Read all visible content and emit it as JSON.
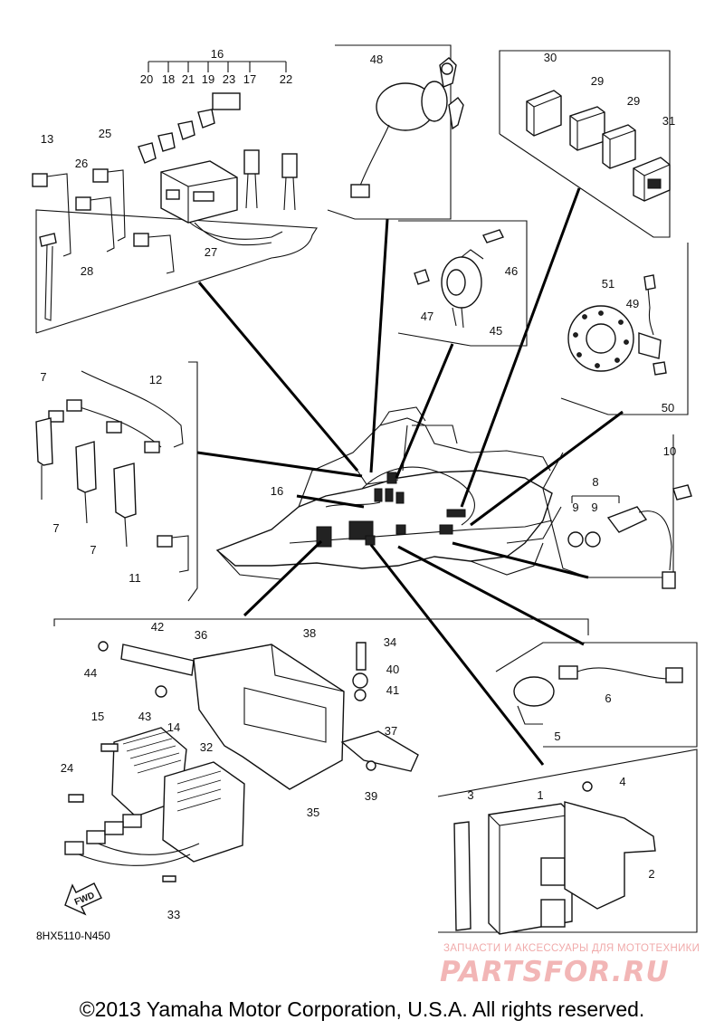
{
  "diagram": {
    "document_number": "8HX5110-N450",
    "copyright": "©2013 Yamaha Motor Corporation, U.S.A. All rights reserved.",
    "direction_label": "FWD",
    "watermark": {
      "tagline": "ЗАПЧАСТИ И АКСЕССУАРЫ ДЛЯ МОТОТЕХНИКИ",
      "logo": "PARTSFOR.RU"
    },
    "callouts": {
      "c1": "1",
      "c2": "2",
      "c3": "3",
      "c4": "4",
      "c5": "5",
      "c6": "6",
      "c7a": "7",
      "c7b": "7",
      "c7c": "7",
      "c8": "8",
      "c9a": "9",
      "c9b": "9",
      "c10": "10",
      "c11": "11",
      "c12": "12",
      "c13": "13",
      "c14": "14",
      "c15": "15",
      "c16a": "16",
      "c16b": "16",
      "c17": "17",
      "c18": "18",
      "c19": "19",
      "c20": "20",
      "c21": "21",
      "c22": "22",
      "c23": "23",
      "c24": "24",
      "c25": "25",
      "c26": "26",
      "c27": "27",
      "c28": "28",
      "c29a": "29",
      "c29b": "29",
      "c30": "30",
      "c31": "31",
      "c32": "32",
      "c33": "33",
      "c34": "34",
      "c35": "35",
      "c36": "36",
      "c37": "37",
      "c38": "38",
      "c39": "39",
      "c40": "40",
      "c41": "41",
      "c42": "42",
      "c43": "43",
      "c44": "44",
      "c45": "45",
      "c46": "46",
      "c47": "47",
      "c48": "48",
      "c49": "49",
      "c50": "50",
      "c51": "51"
    }
  }
}
